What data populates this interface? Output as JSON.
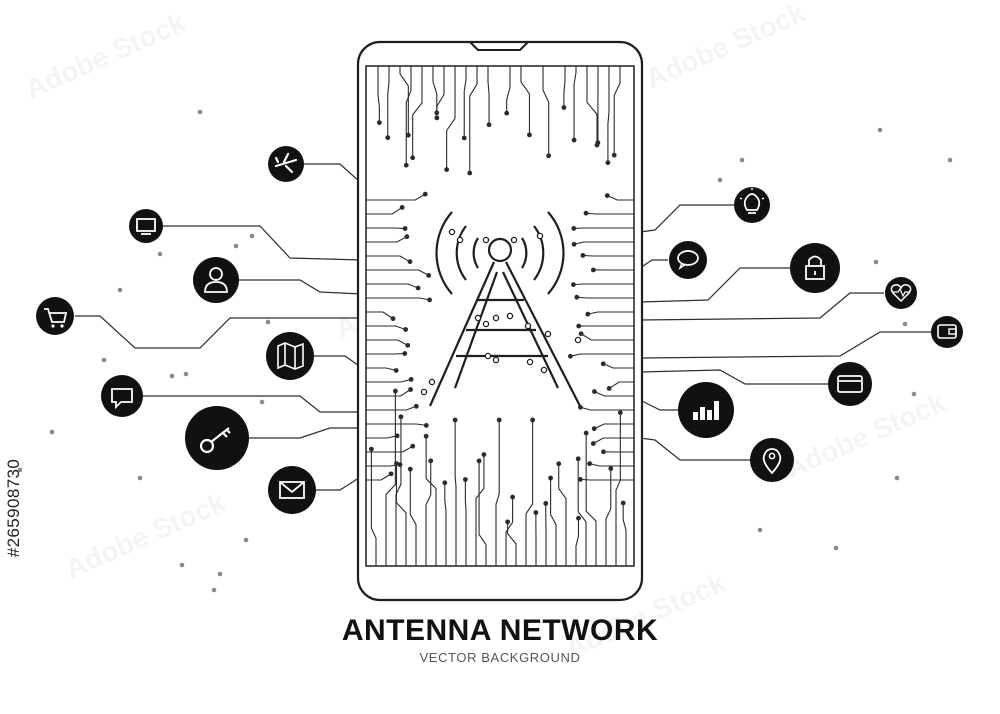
{
  "title": "ANTENNA NETWORK",
  "subtitle": "VECTOR BACKGROUND",
  "stock_id": "#265908730",
  "watermark_text": "Adobe Stock",
  "colors": {
    "ink": "#111111",
    "line": "#333333",
    "dot": "#888888",
    "bg": "#ffffff"
  },
  "icons_left": [
    "airplane-icon",
    "monitor-icon",
    "user-icon",
    "shopping-cart-icon",
    "map-icon",
    "chat-bubble-icon",
    "key-icon",
    "envelope-icon"
  ],
  "icons_right": [
    "lightbulb-icon",
    "speech-bubble-icon",
    "padlock-icon",
    "heart-rate-icon",
    "wallet-icon",
    "credit-card-icon",
    "bar-chart-icon",
    "location-pin-icon"
  ],
  "center_icon": "antenna-tower-icon"
}
